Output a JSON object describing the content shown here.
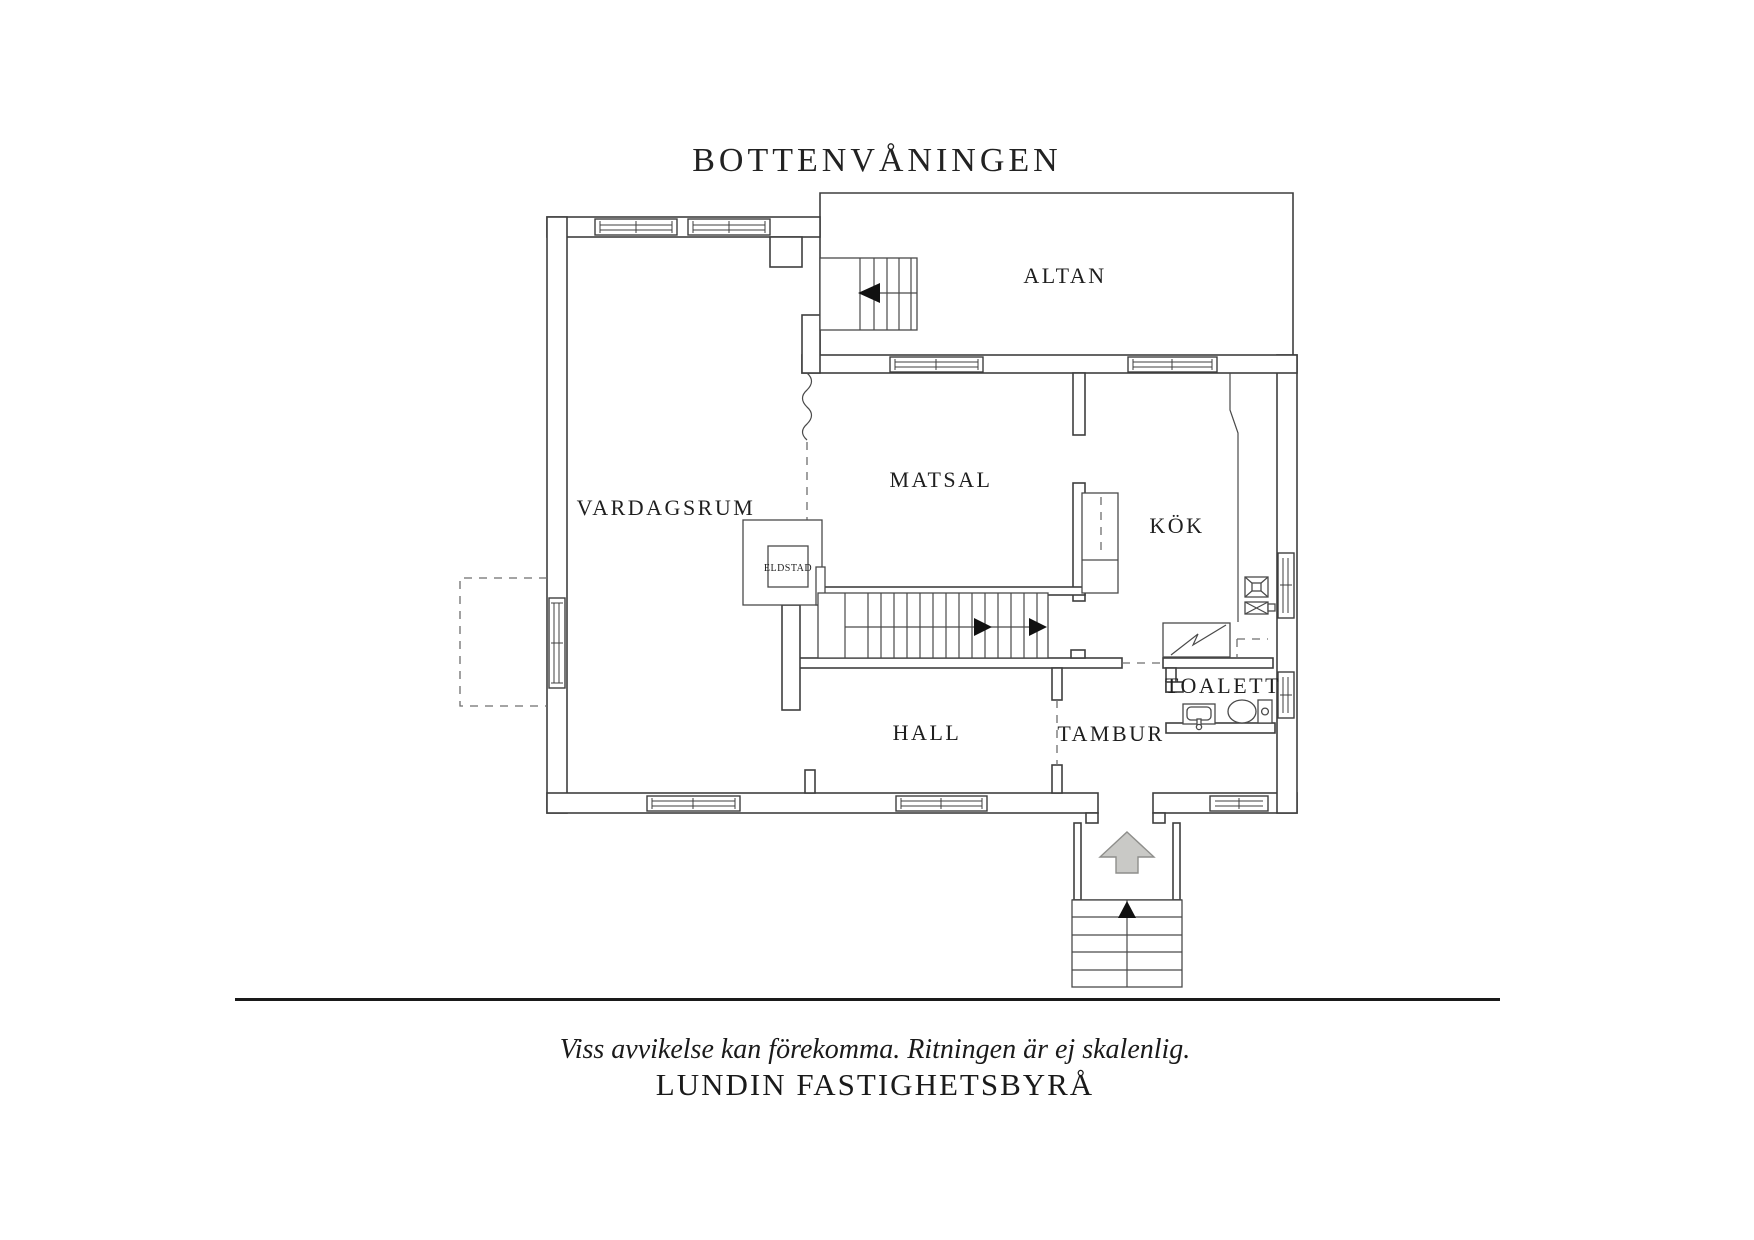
{
  "title": "BOTTENVÅNINGEN",
  "rooms": {
    "altan": "ALTAN",
    "vardagsrum": "VARDAGSRUM",
    "matsal": "MATSAL",
    "kok": "KÖK",
    "eldstad": "ELDSTAD",
    "hall": "HALL",
    "tambur": "TAMBUR",
    "toalett": "TOALETT"
  },
  "footer": {
    "disclaimer": "Viss avvikelse kan förekomma. Ritningen är ej skalenlig.",
    "agency": "LUNDIN FASTIGHETSBYRÅ"
  },
  "icons": {
    "terrace_stair_direction": "arrow-left",
    "main_stair_direction": "arrow-right",
    "entrance_direction": "arrow-up",
    "exterior_stair_direction": "arrow-up"
  },
  "colors": {
    "wall_line": "#3f3f3f",
    "text": "#1f1f1f",
    "entrance_arrow_fill": "#c9c9c6",
    "entrance_arrow_stroke": "#8e8e8b",
    "rule": "#1a1a1a"
  }
}
